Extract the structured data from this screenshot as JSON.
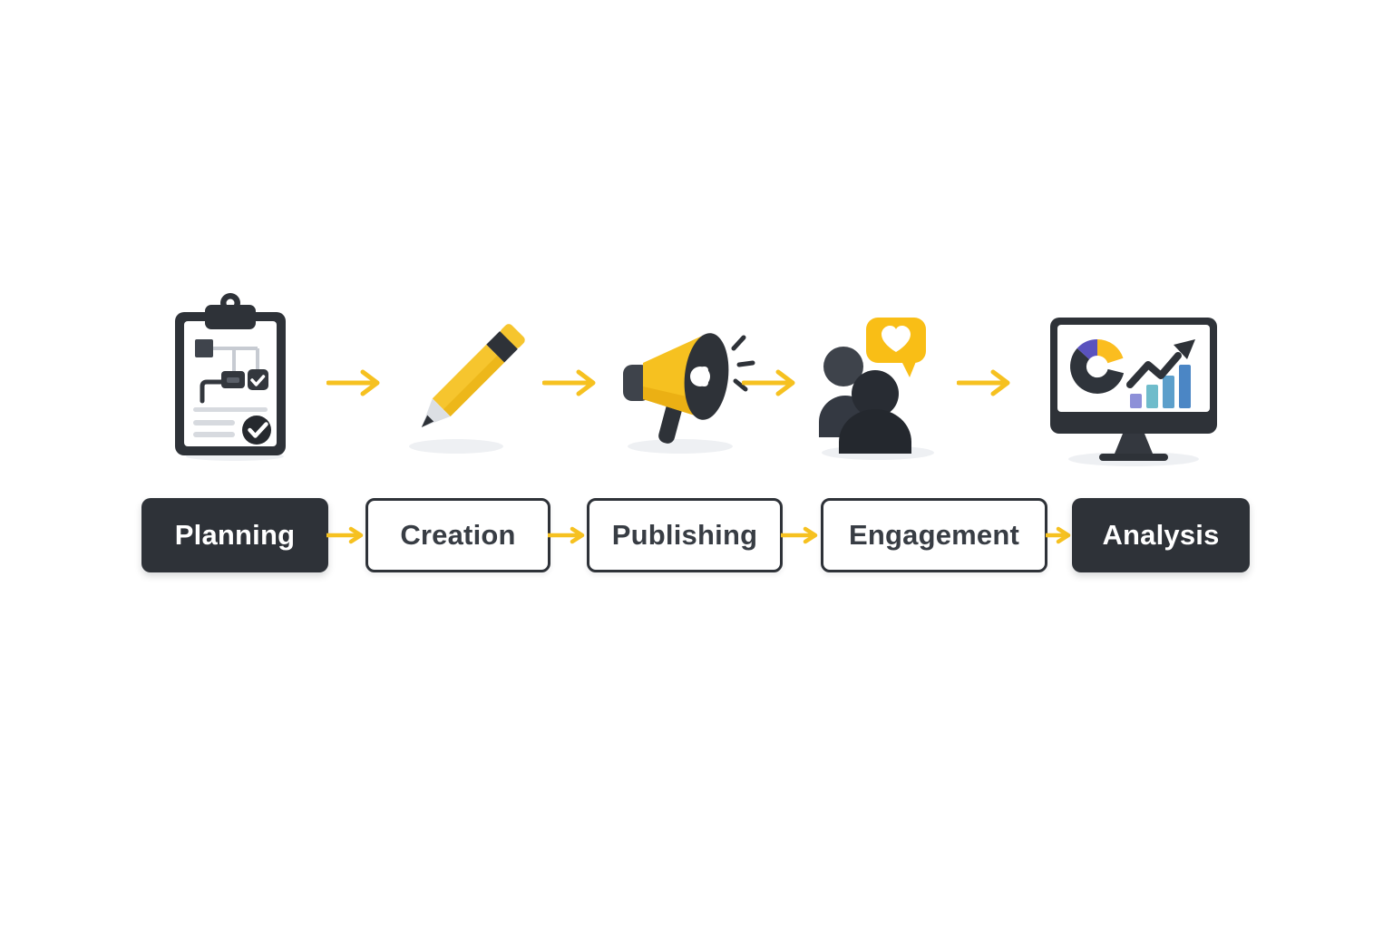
{
  "diagram": {
    "title": "Content workflow (untitled in image)",
    "stages": [
      {
        "label": "Planning",
        "emphasis": "dark",
        "icon": "clipboard-plan-icon"
      },
      {
        "label": "Creation",
        "emphasis": "light",
        "icon": "pencil-icon"
      },
      {
        "label": "Publishing",
        "emphasis": "light",
        "icon": "megaphone-icon"
      },
      {
        "label": "Engagement",
        "emphasis": "light",
        "icon": "audience-like-icon"
      },
      {
        "label": "Analysis",
        "emphasis": "dark",
        "icon": "analytics-monitor-icon"
      }
    ],
    "connector": {
      "style": "yellow-arrow",
      "direction": "left-to-right"
    },
    "colors": {
      "accent_yellow": "#F6C120",
      "dark": "#2E3238",
      "mid_dark": "#3E434B",
      "box_text_dark": "#383D44",
      "white": "#FFFFFF",
      "light_gray_line": "#D7DADF",
      "shadow_gray": "#EEF0F3",
      "donut_purple": "#5A52BE",
      "donut_yellow": "#FBBD1F",
      "bar_purple": "#8D90D8",
      "bar_teal": "#6FBCCB",
      "bar_mid_blue": "#5C9FCB",
      "bar_blue": "#4B86C5"
    }
  }
}
